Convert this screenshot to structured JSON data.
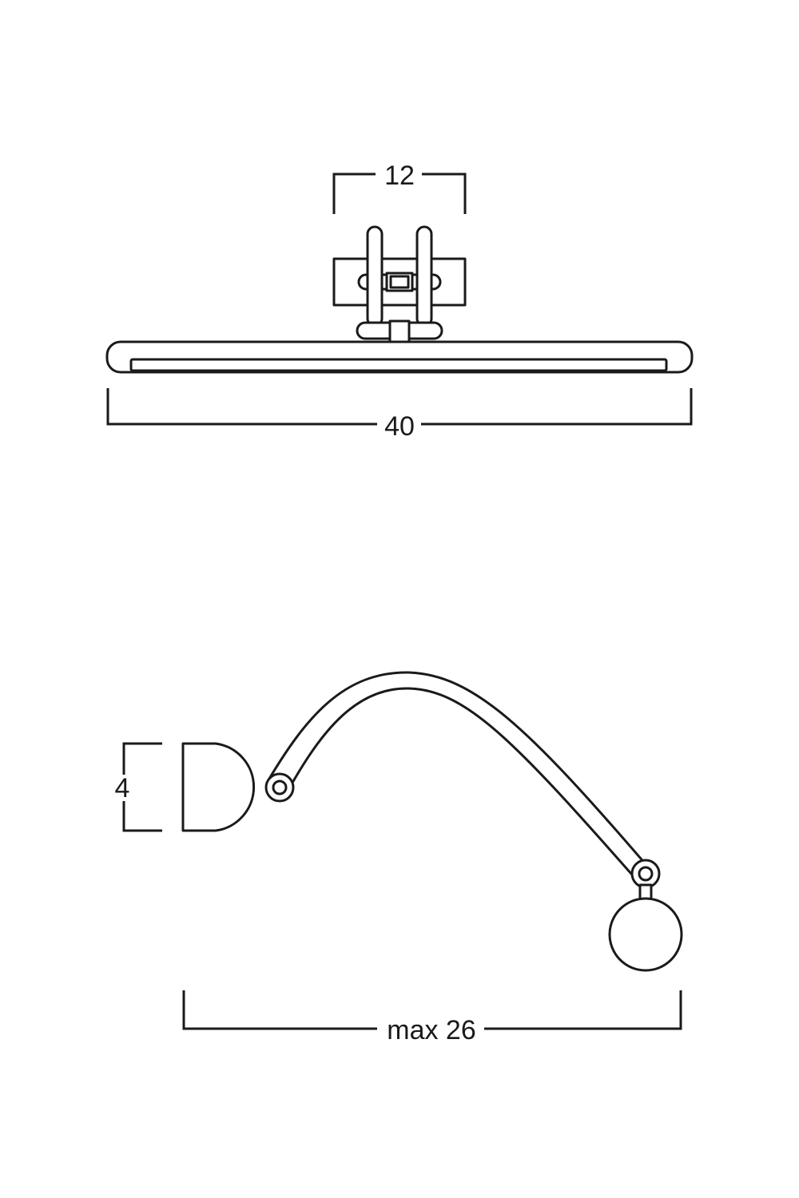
{
  "front_view": {
    "width_label": "40",
    "mount_width_label": "12"
  },
  "side_view": {
    "height_label": "4",
    "reach_label": "max 26"
  },
  "colors": {
    "line": "#1a1a1a",
    "background": "#ffffff"
  }
}
